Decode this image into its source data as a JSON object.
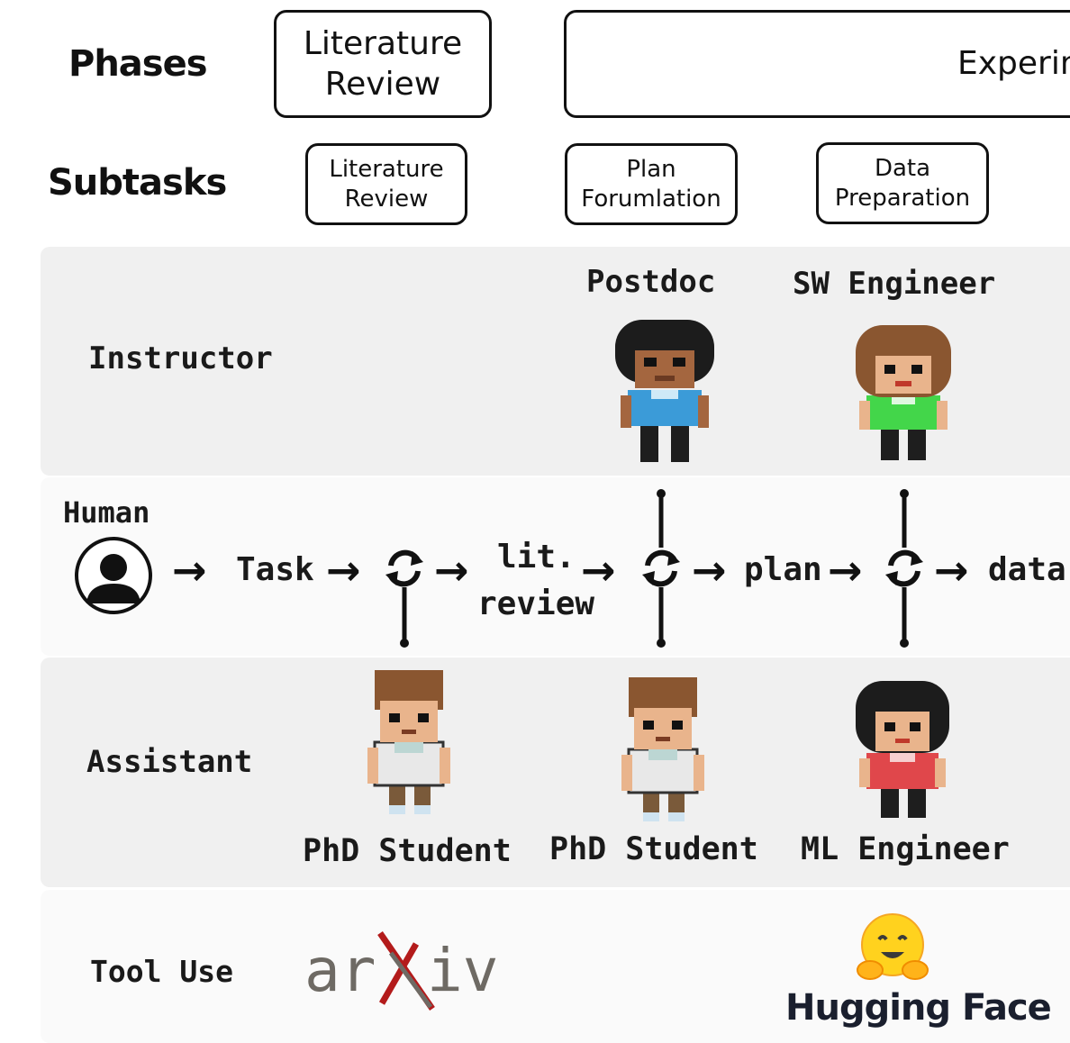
{
  "header": {
    "phases_label": "Phases",
    "subtasks_label": "Subtasks"
  },
  "phases": [
    {
      "label": "Literature\nReview"
    },
    {
      "label": "Experin"
    }
  ],
  "subtasks": [
    {
      "label": "Literature\nReview"
    },
    {
      "label": "Plan\nForumlation"
    },
    {
      "label": "Data\nPreparation"
    }
  ],
  "rows": {
    "instructor": "Instructor",
    "human": "Human",
    "assistant": "Assistant",
    "tool_use": "Tool Use"
  },
  "instructors": [
    {
      "name": "Postdoc",
      "shirt": "#3b9bd8",
      "hair": "#1c1c1c"
    },
    {
      "name": "SW Engineer",
      "shirt": "#43d64a",
      "hair": "#8a5630"
    }
  ],
  "flow": {
    "task": "Task",
    "lit_line1": "lit.",
    "lit_line2": "review",
    "plan": "plan",
    "data": "data",
    "arrow": "→",
    "cycle_symbol": "↻"
  },
  "assistants": [
    {
      "name": "PhD Student",
      "shirt": "#e8e8e8",
      "hair": "#8a5630"
    },
    {
      "name": "PhD Student",
      "shirt": "#e8e8e8",
      "hair": "#8a5630"
    },
    {
      "name": "ML Engineer",
      "shirt": "#e0474b",
      "hair": "#1c1c1c"
    }
  ],
  "tools": {
    "arxiv": "arXiv",
    "hf_label": "Hugging Face"
  },
  "icons": {
    "user": "user-silhouette-icon",
    "cycle": "cycle-icon",
    "hf": "hugging-face-emoji-icon",
    "arxiv": "arxiv-logo"
  },
  "colors": {
    "panel_dark": "#f0f0f0",
    "panel_light": "#fafafa",
    "arxiv_gray": "#6e6a64",
    "arxiv_red": "#b31b1b",
    "hf_yellow": "#ffd21e"
  }
}
